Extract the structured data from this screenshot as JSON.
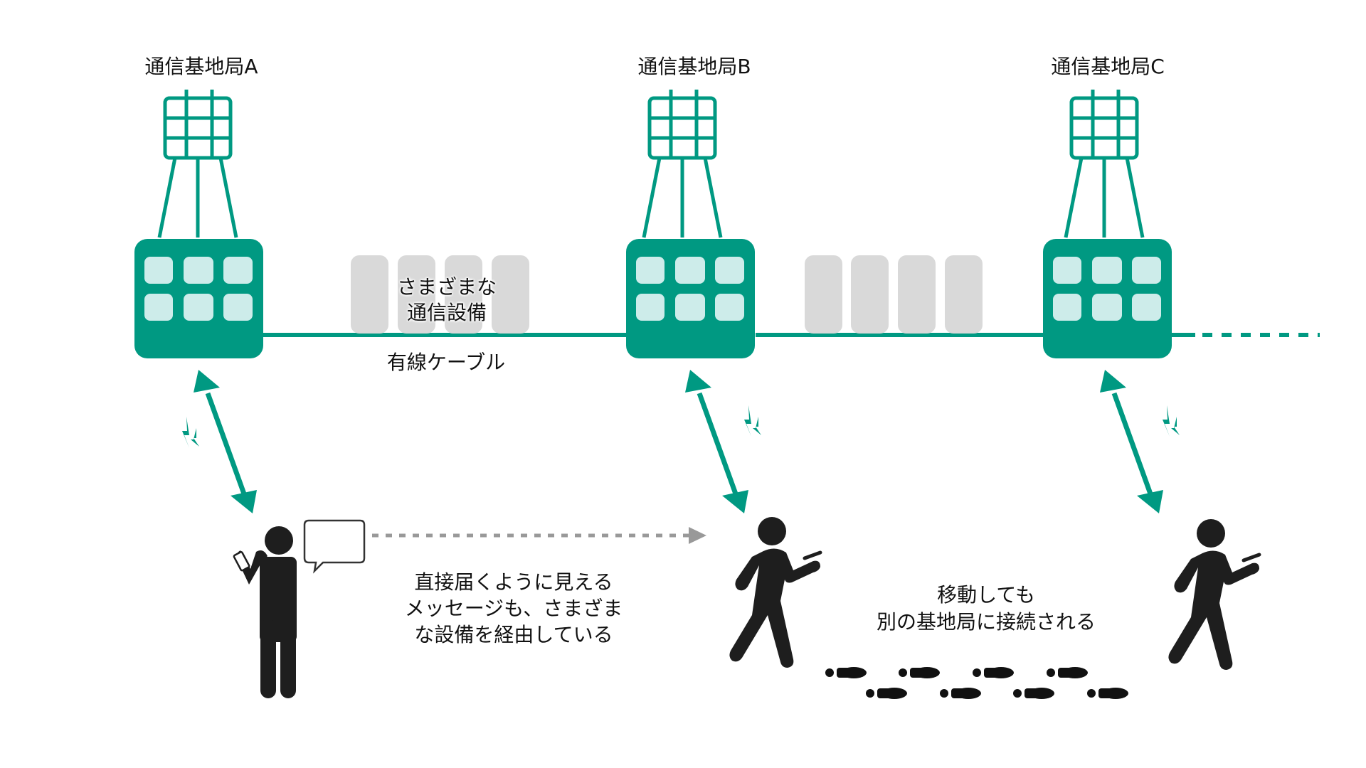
{
  "colors": {
    "accent": "#009982",
    "tile": "#cdecea",
    "equipment": "#d9d9d9",
    "person": "#1e1e1e",
    "dashed_arrow": "#999999",
    "text": "#111111"
  },
  "stations": [
    {
      "id": "A",
      "label": "通信基地局A"
    },
    {
      "id": "B",
      "label": "通信基地局B"
    },
    {
      "id": "C",
      "label": "通信基地局C"
    }
  ],
  "labels": {
    "equipment": [
      "さまざまな",
      "通信設備"
    ],
    "cable": "有線ケーブル",
    "message_note": [
      "直接届くように見える",
      "メッセージも、さまざま",
      "な設備を経由している"
    ],
    "moving_note": [
      "移動しても",
      "別の基地局に接続される"
    ]
  },
  "icons": {
    "antenna": "antenna-panel-icon",
    "base_station": "base-station-icon",
    "equipment": "equipment-rack-icon",
    "signal": "lightning-signal-icon",
    "bidirectional_arrow": "double-arrow-icon",
    "person_standing": "person-with-phone-icon",
    "person_walking": "walking-person-icon",
    "speech_bubble": "speech-bubble-icon",
    "footprints": "footprints-icon"
  }
}
